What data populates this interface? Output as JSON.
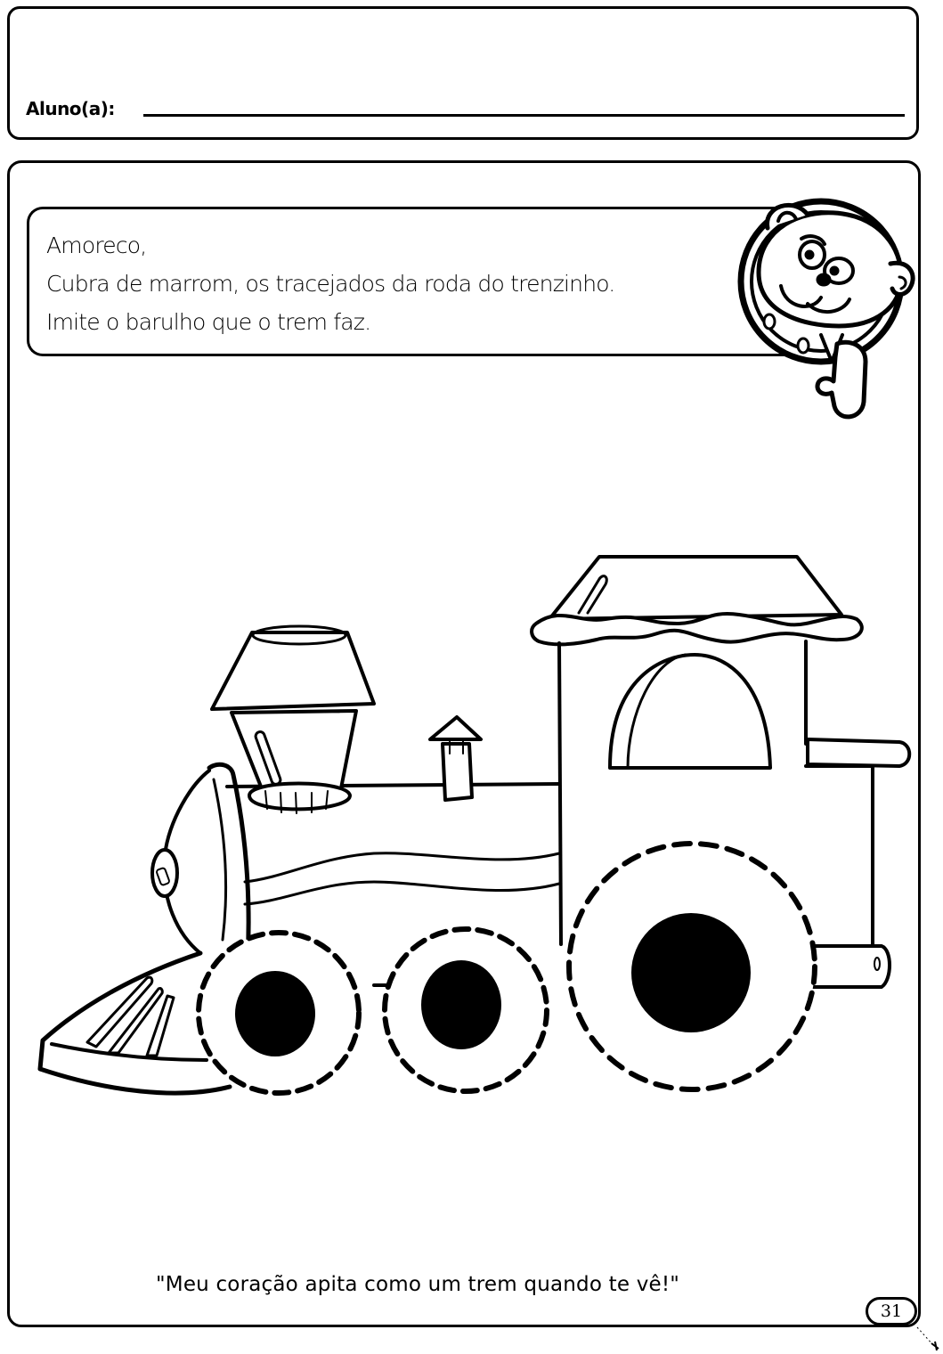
{
  "header": {
    "student_label": "Aluno(a):"
  },
  "instructions": {
    "lines": [
      "Amoreco,",
      "Cubra de marrom, os tracejados da roda do trenzinho.",
      "Imite o barulho que o trem faz."
    ]
  },
  "illustrations": {
    "mascot": "bear-in-porthole",
    "main": "steam-train-locomotive",
    "wheels": [
      {
        "name": "front-wheel",
        "style": "dashed-outline"
      },
      {
        "name": "middle-wheel",
        "style": "dashed-outline"
      },
      {
        "name": "rear-wheel",
        "style": "dashed-outline"
      }
    ]
  },
  "footer": {
    "quote": "\"Meu coração apita como um trem quando te vê!\"",
    "page_number": "31"
  },
  "colors": {
    "ink": "#000000",
    "paper": "#ffffff"
  }
}
